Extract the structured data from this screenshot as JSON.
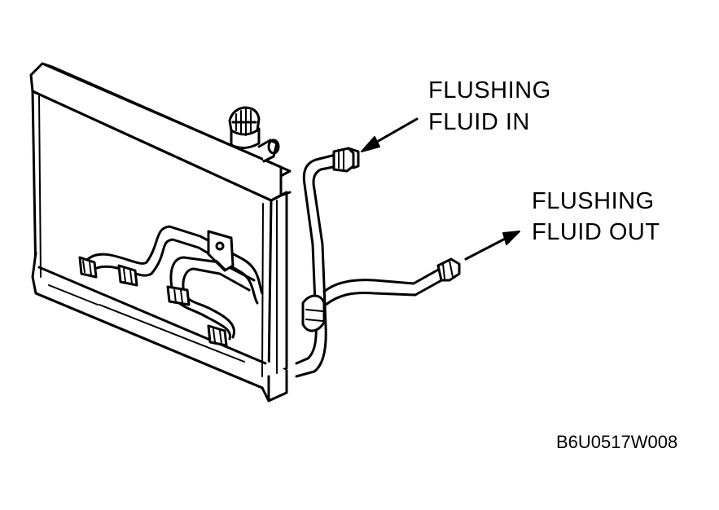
{
  "labels": {
    "fluid_in": [
      "FLUSHING",
      "FLUID IN"
    ],
    "fluid_out": [
      "FLUSHING",
      "FLUID OUT"
    ]
  },
  "figure_code": "B6U0517W008",
  "colors": {
    "ink": "#000000",
    "paper": "#ffffff"
  }
}
